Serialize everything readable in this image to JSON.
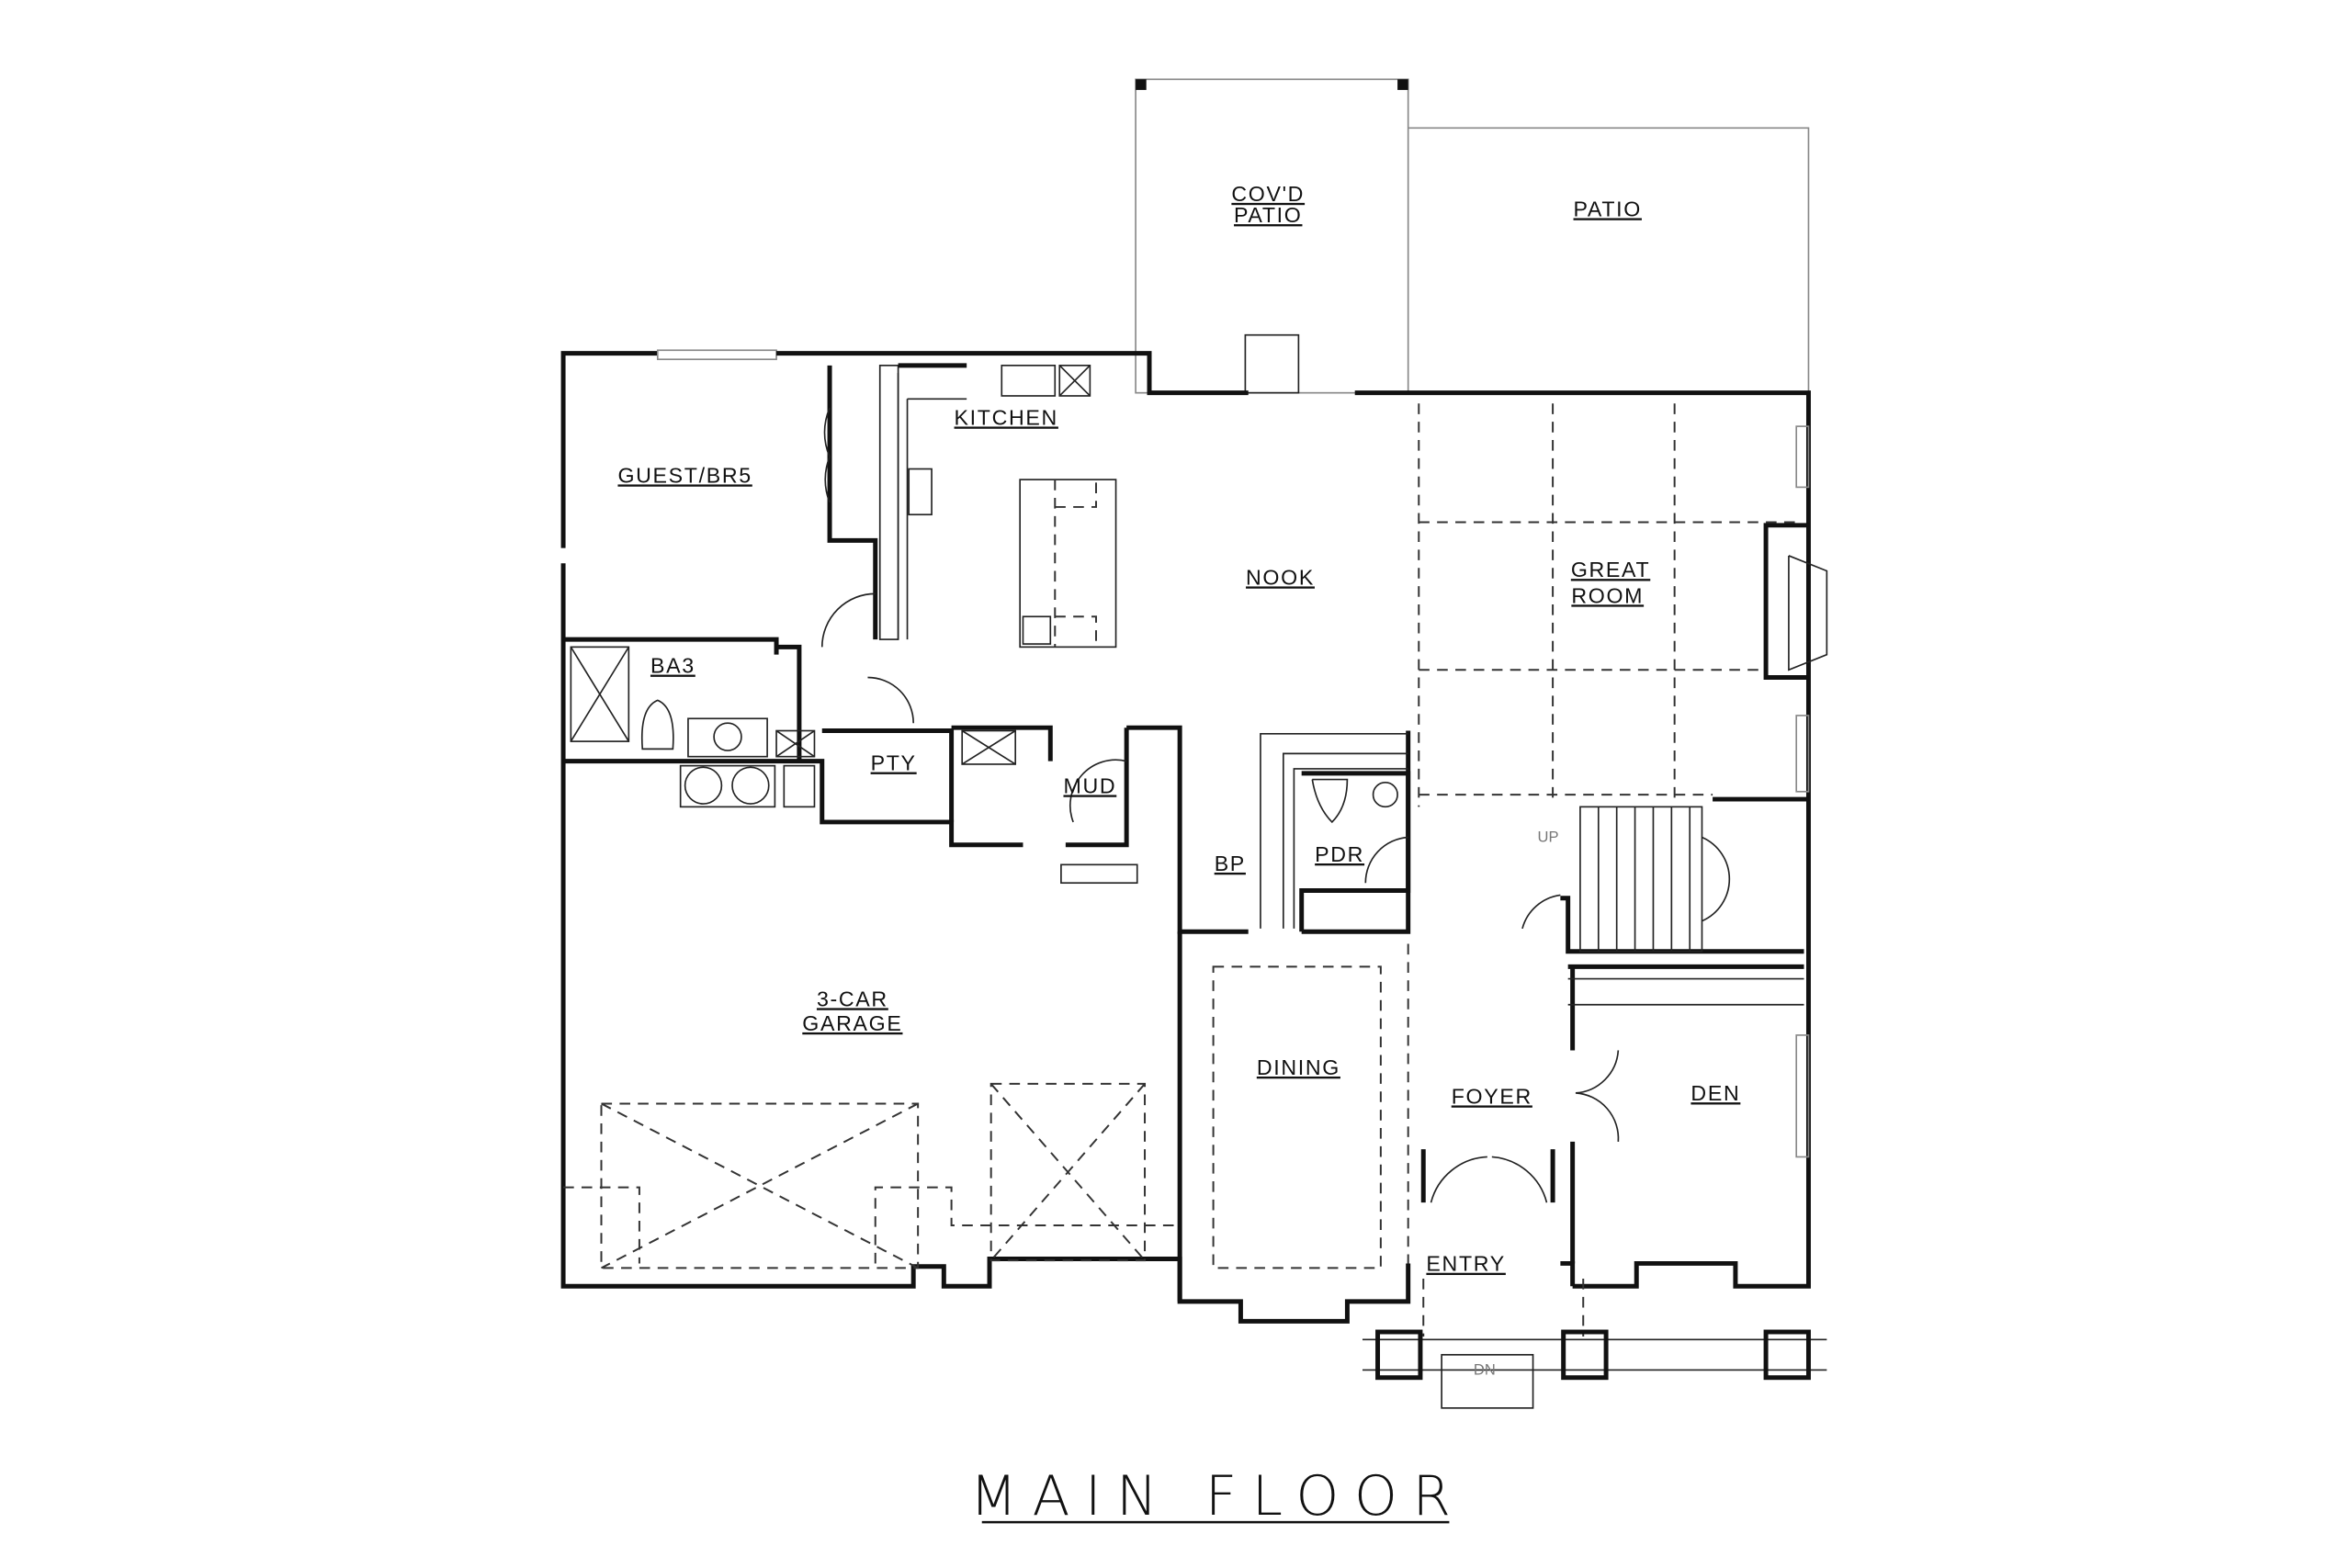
{
  "drawing": {
    "title": "MAIN FLOOR",
    "stair_label": "UP",
    "porch_label": "DN"
  },
  "rooms": {
    "covd_patio_1": "COV'D",
    "covd_patio_2": "PATIO",
    "patio": "PATIO",
    "kitchen": "KITCHEN",
    "guest": "GUEST/BR5",
    "nook": "NOOK",
    "great_room_1": "GREAT",
    "great_room_2": "ROOM",
    "ba3": "BA3",
    "pty": "PTY",
    "mud": "MUD",
    "bp": "BP",
    "pdr": "PDR",
    "garage_1": "3-CAR",
    "garage_2": "GARAGE",
    "dining": "DINING",
    "foyer": "FOYER",
    "den": "DEN",
    "entry": "ENTRY"
  },
  "colors": {
    "line": "#111111",
    "background": "#ffffff"
  }
}
